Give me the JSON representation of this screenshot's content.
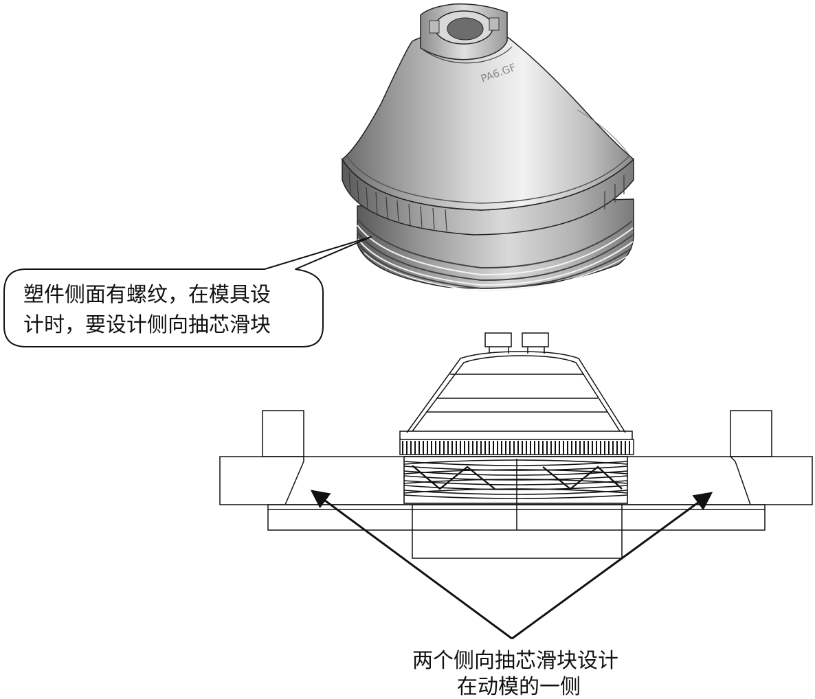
{
  "callout": {
    "line1": "塑件侧面有螺纹，在模具设",
    "line2": "计时，要设计侧向抽芯滑块"
  },
  "bottom_label": {
    "line1": "两个侧向抽芯滑块设计",
    "line2": "在动模的一侧"
  },
  "part": {
    "engraving": "PA6.GF"
  },
  "colors": {
    "line": "#111111",
    "shade_dark": "#5e5e5e",
    "shade_mid": "#a9a9a9",
    "shade_light": "#ececec",
    "background": "#ffffff"
  }
}
